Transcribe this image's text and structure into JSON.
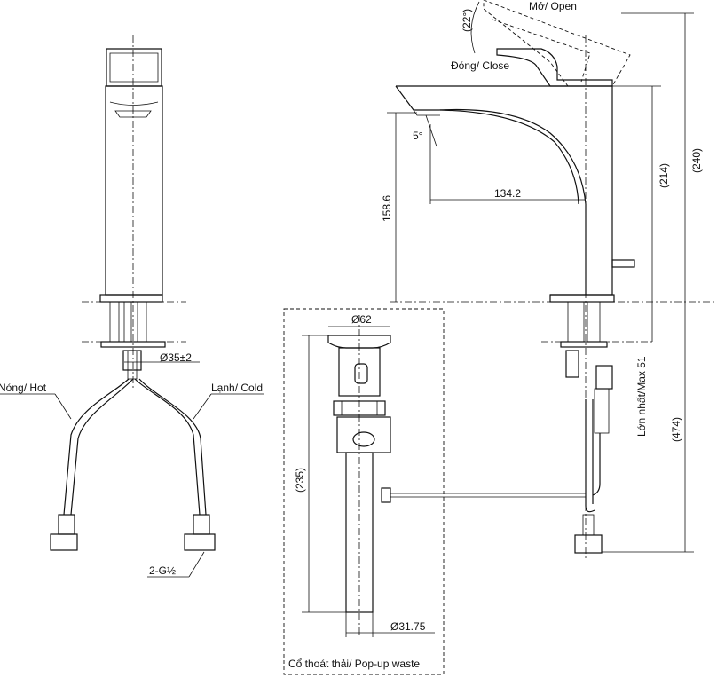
{
  "labels": {
    "open": "Mở/ Open",
    "close": "Đóng/ Close",
    "angle_lever": "(22°)",
    "angle_spout": "5°",
    "hot": "Nóng/ Hot",
    "cold": "Lạnh/ Cold",
    "thread": "2-G½",
    "hole_dia": "Ø35±2",
    "max_thickness": "Lớn nhất/Max 51",
    "popup_caption": "Cổ thoát thải/ Pop-up waste"
  },
  "dimensions": {
    "spout_reach": "134.2",
    "spout_height": "158.6",
    "body_height": "(214)",
    "total_height": "(240)",
    "below_deck": "(474)",
    "waste_top_dia": "Ø62",
    "waste_length": "(235)",
    "waste_tail_dia": "Ø31.75"
  }
}
